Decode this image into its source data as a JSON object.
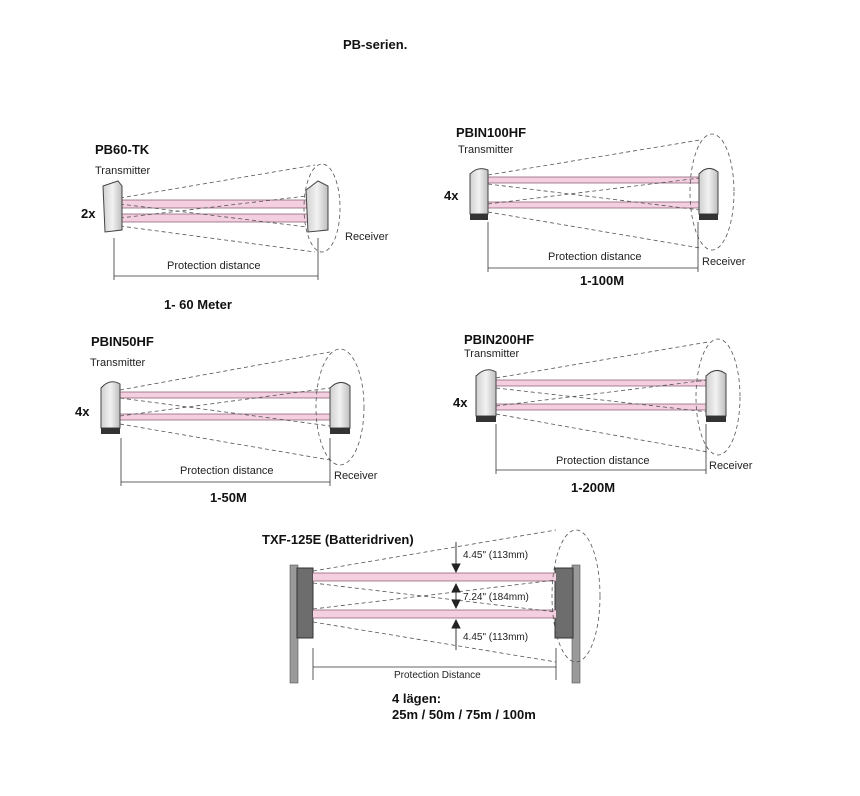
{
  "page": {
    "title": "PB-serien."
  },
  "panels": {
    "pb60": {
      "model": "PB60-TK",
      "transmitter": "Transmitter",
      "receiver": "Receiver",
      "count": "2x",
      "distance": "Protection distance",
      "range": "1- 60 Meter"
    },
    "pbin100": {
      "model": "PBIN100HF",
      "transmitter": "Transmitter",
      "receiver": "Receiver",
      "count": "4x",
      "distance": "Protection distance",
      "range": "1-100M"
    },
    "pbin50": {
      "model": "PBIN50HF",
      "transmitter": "Transmitter",
      "receiver": "Receiver",
      "count": "4x",
      "distance": "Protection distance",
      "range": "1-50M"
    },
    "pbin200": {
      "model": "PBIN200HF",
      "transmitter": "Transmitter",
      "receiver": "Receiver",
      "count": "4x",
      "distance": "Protection distance",
      "range": "1-200M"
    },
    "txf": {
      "model": "TXF-125E (Batteridriven)",
      "dim_top": "4.45\" (113mm)",
      "dim_mid": "7.24\" (184mm)",
      "dim_bottom": "4.45\" (113mm)",
      "distance": "Protection Distance",
      "positions_label": "4 lägen:",
      "positions": "25m / 50m / 75m / 100m"
    }
  },
  "colors": {
    "beam": "#f3cfe0",
    "beam_line": "#8a5c70",
    "device": "#e6e6e6",
    "dashed": "#555555"
  }
}
